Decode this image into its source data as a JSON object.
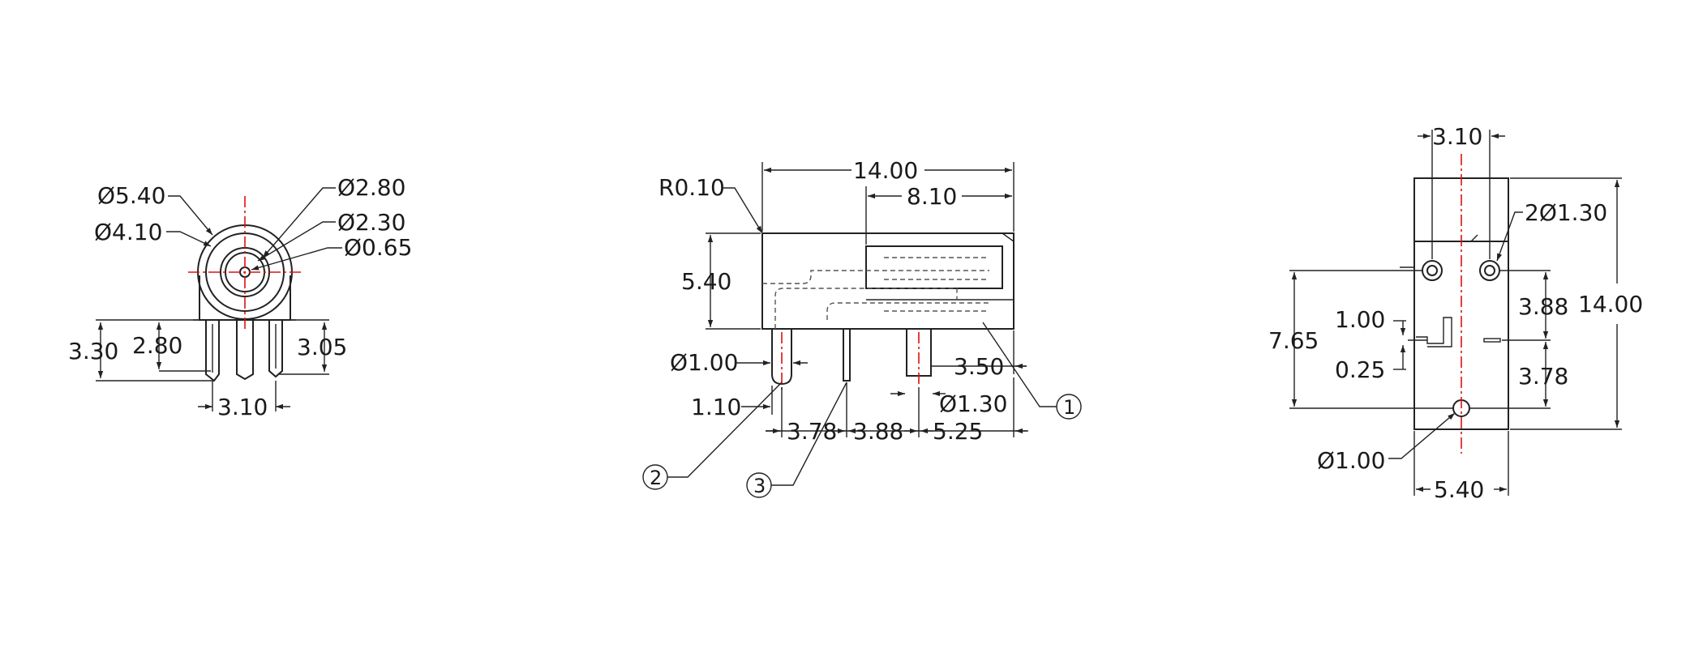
{
  "front_view": {
    "dia_outer": "Ø5.40",
    "dia_inner": "Ø4.10",
    "dia_280": "Ø2.80",
    "dia_230": "Ø2.30",
    "dia_065": "Ø0.65",
    "h_330": "3.30",
    "h_280": "2.80",
    "h_305": "3.05",
    "w_310": "3.10"
  },
  "side_view": {
    "radius": "R0.10",
    "len_1400": "14.00",
    "len_810": "8.10",
    "h_540": "5.40",
    "dia_100": "Ø1.00",
    "w_110": "1.10",
    "d_350": "3.50",
    "dia_130": "Ø1.30",
    "d_378": "3.78",
    "d_388": "3.88",
    "d_525": "5.25",
    "callout_1": "1",
    "callout_2": "2",
    "callout_3": "3"
  },
  "bottom_view": {
    "w_310": "3.10",
    "holes": "2Ø1.30",
    "h_1400": "14.00",
    "h_765": "7.65",
    "d_100": "1.00",
    "d_025": "0.25",
    "d_388": "3.88",
    "d_378": "3.78",
    "dia_100": "Ø1.00",
    "w_540": "5.40"
  }
}
